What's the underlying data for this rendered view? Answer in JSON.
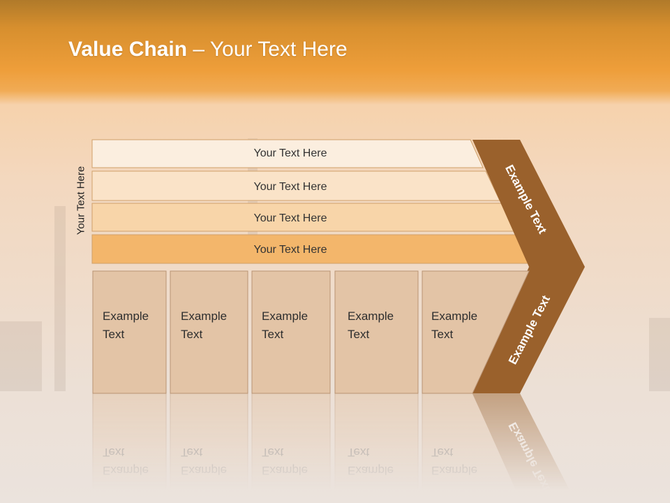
{
  "title": {
    "bold": "Value Chain",
    "rest": " – Your Text Here"
  },
  "side_label": "Your Text Here",
  "rows": [
    {
      "label": "Your Text Here",
      "color": "#fbeedf"
    },
    {
      "label": "Your Text Here",
      "color": "#fae3c8"
    },
    {
      "label": "Your Text Here",
      "color": "#f8d5a9"
    },
    {
      "label": "Your Text Here",
      "color": "#f3b66b"
    }
  ],
  "boxes": [
    {
      "line1": "Example",
      "line2": "Text"
    },
    {
      "line1": "Example",
      "line2": "Text"
    },
    {
      "line1": "Example",
      "line2": "Text"
    },
    {
      "line1": "Example",
      "line2": "Text"
    },
    {
      "line1": "Example",
      "line2": "Text"
    }
  ],
  "arrow": {
    "upper": "Example Text",
    "lower": "Example Text",
    "color": "#9a612c"
  },
  "colors": {
    "box_fill": "#e3c4a6",
    "box_stroke": "#b99374",
    "row_stroke": "#d0a06a"
  }
}
